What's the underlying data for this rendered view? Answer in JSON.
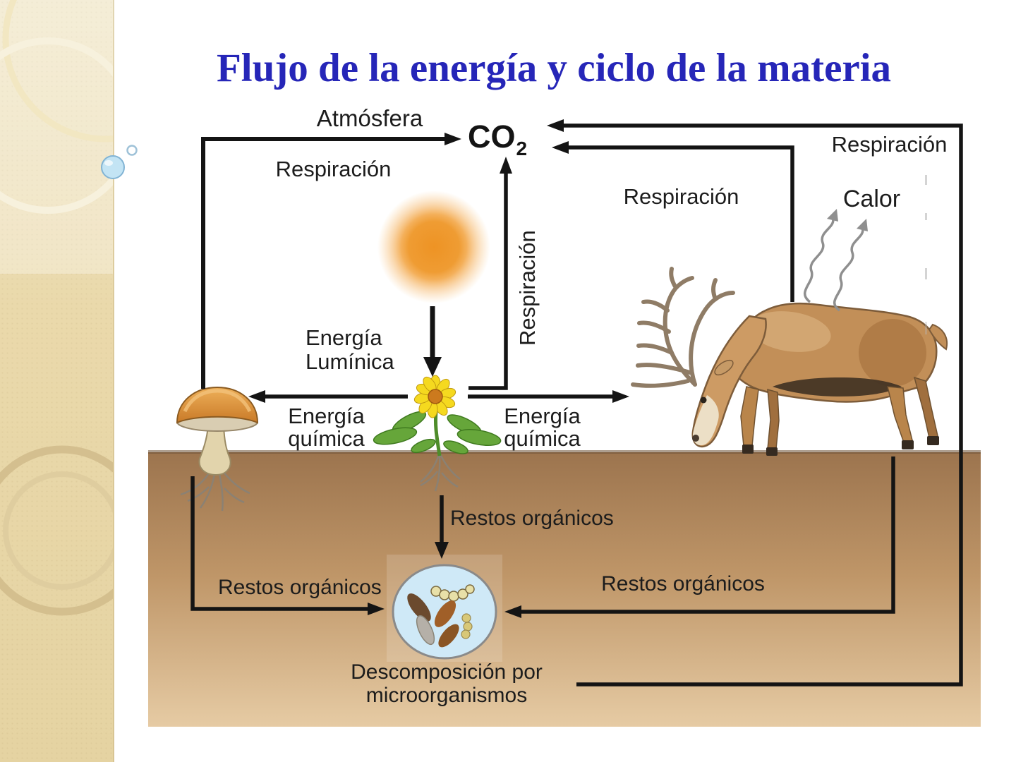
{
  "slide": {
    "title": "Flujo de la energía y ciclo de la materia"
  },
  "labels": {
    "atmosphere": "Atmósfera",
    "co2_main": "CO",
    "co2_sub": "2",
    "respiration_left": "Respiración",
    "respiration_vertical": "Respiración",
    "respiration_deer": "Respiración",
    "respiration_top_right": "Respiración",
    "heat": "Calor",
    "light_energy_line1": "Energía",
    "light_energy_line2": "Lumínica",
    "chemical_energy_left_line1": "Energía",
    "chemical_energy_left_line2": "química",
    "chemical_energy_right_line1": "Energía",
    "chemical_energy_right_line2": "química",
    "organic_remains_center": "Restos orgánicos",
    "organic_remains_left": "Restos orgánicos",
    "organic_remains_right": "Restos orgánicos",
    "decomposition_line1": "Descomposición por",
    "decomposition_line2": "microorganismos"
  },
  "colors": {
    "title_blue": "#2626b8",
    "arrow_black": "#141414",
    "sun_orange": "#ef9428",
    "soil_top": "#9c744e",
    "soil_bottom": "#e6cba4",
    "microbe_circle_fill": "#cfe9f7",
    "heat_wave_gray": "#8f8f8f",
    "sidebar_beige": "#ead9ab"
  }
}
